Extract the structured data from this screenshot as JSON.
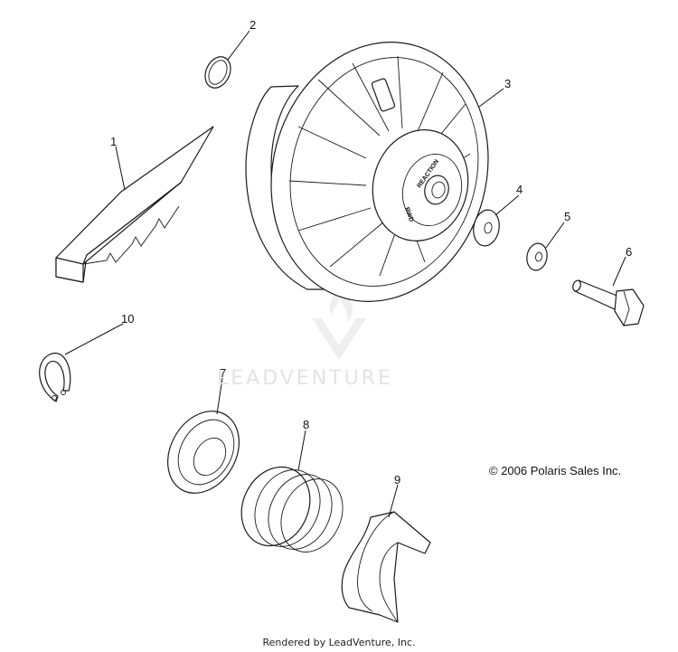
{
  "diagram": {
    "callouts": [
      {
        "id": "1",
        "part": "drive-belt"
      },
      {
        "id": "2",
        "part": "snap-ring-small"
      },
      {
        "id": "3",
        "part": "driven-clutch-assembly"
      },
      {
        "id": "4",
        "part": "washer-large"
      },
      {
        "id": "5",
        "part": "washer-small"
      },
      {
        "id": "6",
        "part": "bolt"
      },
      {
        "id": "7",
        "part": "spring-cup"
      },
      {
        "id": "8",
        "part": "spring"
      },
      {
        "id": "9",
        "part": "helix-ramp"
      },
      {
        "id": "10",
        "part": "retaining-ring"
      }
    ],
    "hub_label_top": "REACTION",
    "hub_label_bottom": "RWD"
  },
  "copyright": "© 2006 Polaris Sales Inc.",
  "watermark": "LEADVENTURE",
  "rendered_by": "Rendered by LeadVenture, Inc."
}
